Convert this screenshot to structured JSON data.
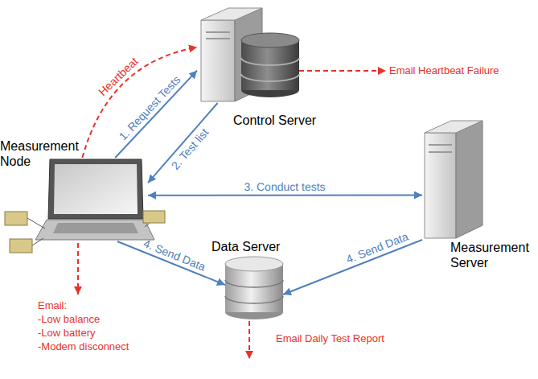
{
  "diagram": {
    "nodes": [
      {
        "text": [
          "Control Server"
        ]
      },
      {
        "text": [
          "Measurement Node"
        ]
      },
      {
        "text": [
          "Measurement Server"
        ]
      },
      {
        "text": [
          "Data Server"
        ]
      }
    ],
    "edges": [
      {
        "from": 1,
        "to": 0,
        "label": "1. Request Tests",
        "arrow": "to"
      },
      {
        "from": 0,
        "to": 1,
        "label": "2. Test list",
        "arrow": "to"
      },
      {
        "from": 1,
        "to": 2,
        "label": "3. Conduct tests",
        "arrow": "both"
      },
      {
        "from": 1,
        "to": 3,
        "label": "4. Send Data",
        "arrow": "to"
      },
      {
        "from": 2,
        "to": 3,
        "label": "4. Send Data",
        "arrow": "to"
      },
      {
        "from": 1,
        "to": 0,
        "label": "Heartbeat",
        "arrow": "to"
      }
    ],
    "labels": [
      "Email Heartbeat Failure",
      "Email Daily Test Report",
      "Email:",
      "-Low balance",
      "-Low battery",
      "-Modem disconnect"
    ]
  }
}
